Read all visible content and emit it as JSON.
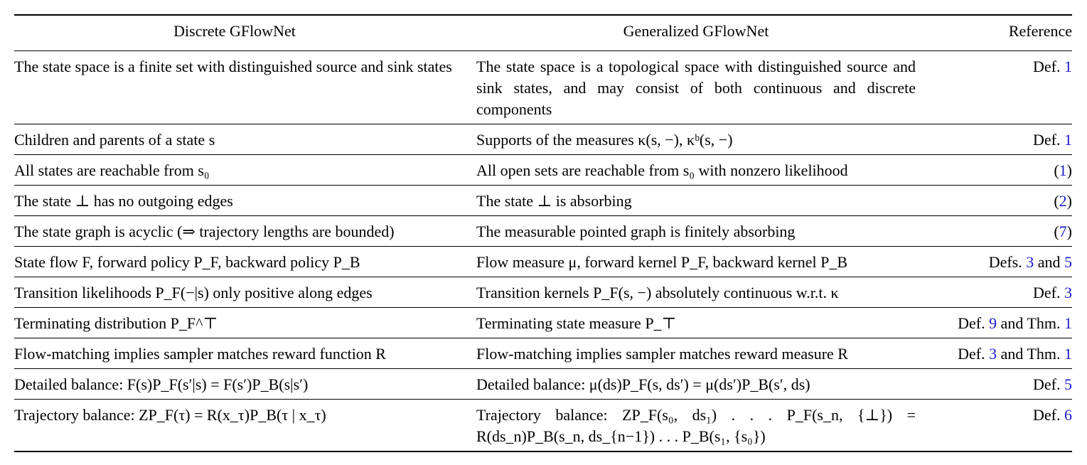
{
  "table": {
    "headers": [
      "Discrete GFlowNet",
      "Generalized GFlowNet",
      "Reference"
    ],
    "rows": [
      {
        "discrete": "The state space is a finite set with distinguished source and sink states",
        "generalized": "The state space is a topological space with distinguished source and sink states, and may consist of both continuous and discrete components",
        "ref_prefix": "Def. ",
        "ref_link1": "1",
        "ref_mid": "",
        "ref_link2": ""
      },
      {
        "discrete": "Children and parents of a state s",
        "generalized": "Supports of the measures κ(s, −), κᵇ(s, −)",
        "ref_prefix": "Def. ",
        "ref_link1": "1",
        "ref_mid": "",
        "ref_link2": ""
      },
      {
        "discrete": "All states are reachable from s₀",
        "generalized": "All open sets are reachable from s₀ with nonzero likelihood",
        "ref_prefix": "(",
        "ref_link1": "1",
        "ref_mid": ")",
        "ref_link2": ""
      },
      {
        "discrete": "The state ⊥ has no outgoing edges",
        "generalized": "The state ⊥ is absorbing",
        "ref_prefix": "(",
        "ref_link1": "2",
        "ref_mid": ")",
        "ref_link2": ""
      },
      {
        "discrete": "The state graph is acyclic (⇒ trajectory lengths are bounded)",
        "generalized": "The measurable pointed graph is finitely absorbing",
        "ref_prefix": "(",
        "ref_link1": "7",
        "ref_mid": ")",
        "ref_link2": ""
      },
      {
        "discrete": "State flow F, forward policy P_F, backward policy P_B",
        "generalized": "Flow measure μ, forward kernel P_F, backward kernel P_B",
        "ref_prefix": "Defs. ",
        "ref_link1": "3",
        "ref_mid": " and ",
        "ref_link2": "5"
      },
      {
        "discrete": "Transition likelihoods P_F(−|s) only positive along edges",
        "generalized": "Transition kernels P_F(s, −) absolutely continuous w.r.t. κ",
        "ref_prefix": "Def. ",
        "ref_link1": "3",
        "ref_mid": "",
        "ref_link2": ""
      },
      {
        "discrete": "Terminating distribution P_F^⊤",
        "generalized": "Terminating state measure P_⊤",
        "ref_prefix": "Def. ",
        "ref_link1": "9",
        "ref_mid": " and Thm. ",
        "ref_link2": "1"
      },
      {
        "discrete": "Flow-matching implies sampler matches reward function R",
        "generalized": "Flow-matching implies sampler matches reward measure R",
        "ref_prefix": "Def. ",
        "ref_link1": "3",
        "ref_mid": " and Thm. ",
        "ref_link2": "1"
      },
      {
        "discrete": "Detailed balance: F(s)P_F(s′|s) = F(s′)P_B(s|s′)",
        "generalized": "Detailed balance: μ(ds)P_F(s, ds′) = μ(ds′)P_B(s′, ds)",
        "ref_prefix": "Def. ",
        "ref_link1": "5",
        "ref_mid": "",
        "ref_link2": ""
      },
      {
        "discrete": "Trajectory balance: ZP_F(τ) = R(x_τ)P_B(τ | x_τ)",
        "generalized": "Trajectory balance: ZP_F(s₀, ds₁) . . . P_F(s_n, {⊥}) = R(ds_n)P_B(s_n, ds_{n−1}) . . . P_B(s₁, {s₀})",
        "ref_prefix": "Def. ",
        "ref_link1": "6",
        "ref_mid": "",
        "ref_link2": ""
      }
    ]
  },
  "colors": {
    "link": "#1a1acc",
    "text": "#000000"
  }
}
